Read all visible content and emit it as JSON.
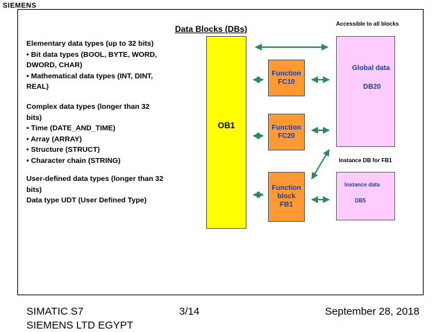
{
  "brand": "SIEMENS",
  "title": "Data Blocks (DBs)",
  "accessible_label": "Accessible to all blocks",
  "left_text": {
    "elementary": [
      "Elementary data types (up to 32 bits)",
      "• Bit data types (BOOL, BYTE, WORD,",
      "DWORD, CHAR)",
      "• Mathematical data types (INT, DINT,",
      "REAL)"
    ],
    "complex": [
      "Complex data types (longer than 32",
      "bits)",
      "• Time (DATE_AND_TIME)",
      "• Array (ARRAY)",
      "• Structure (STRUCT)",
      "• Character chain (STRING)"
    ],
    "user_defined": [
      "User-defined data types (longer than 32",
      "bits)",
      "Data type UDT (User Defined Type)"
    ]
  },
  "blocks": {
    "ob1": "OB1",
    "fc10": [
      "Function",
      "FC10"
    ],
    "fc20": [
      "Function",
      "FC20"
    ],
    "fb1": [
      "Function",
      "block",
      "FB1"
    ],
    "global": {
      "label": "Global data",
      "db": "DB20"
    },
    "instance": {
      "label": "Instance data",
      "db": "DB5"
    },
    "instance_db_label": "Instance DB for FB1"
  },
  "colors": {
    "ob1": "#ffff00",
    "function": "#ff9933",
    "data": "#ffccff",
    "arrow": "#2e8b57",
    "block_text": "#1a3fa0"
  },
  "footer": {
    "product": "SIMATIC S7",
    "company": "SIEMENS LTD EGYPT",
    "page": "3/14",
    "date": "September 28, 2018"
  }
}
